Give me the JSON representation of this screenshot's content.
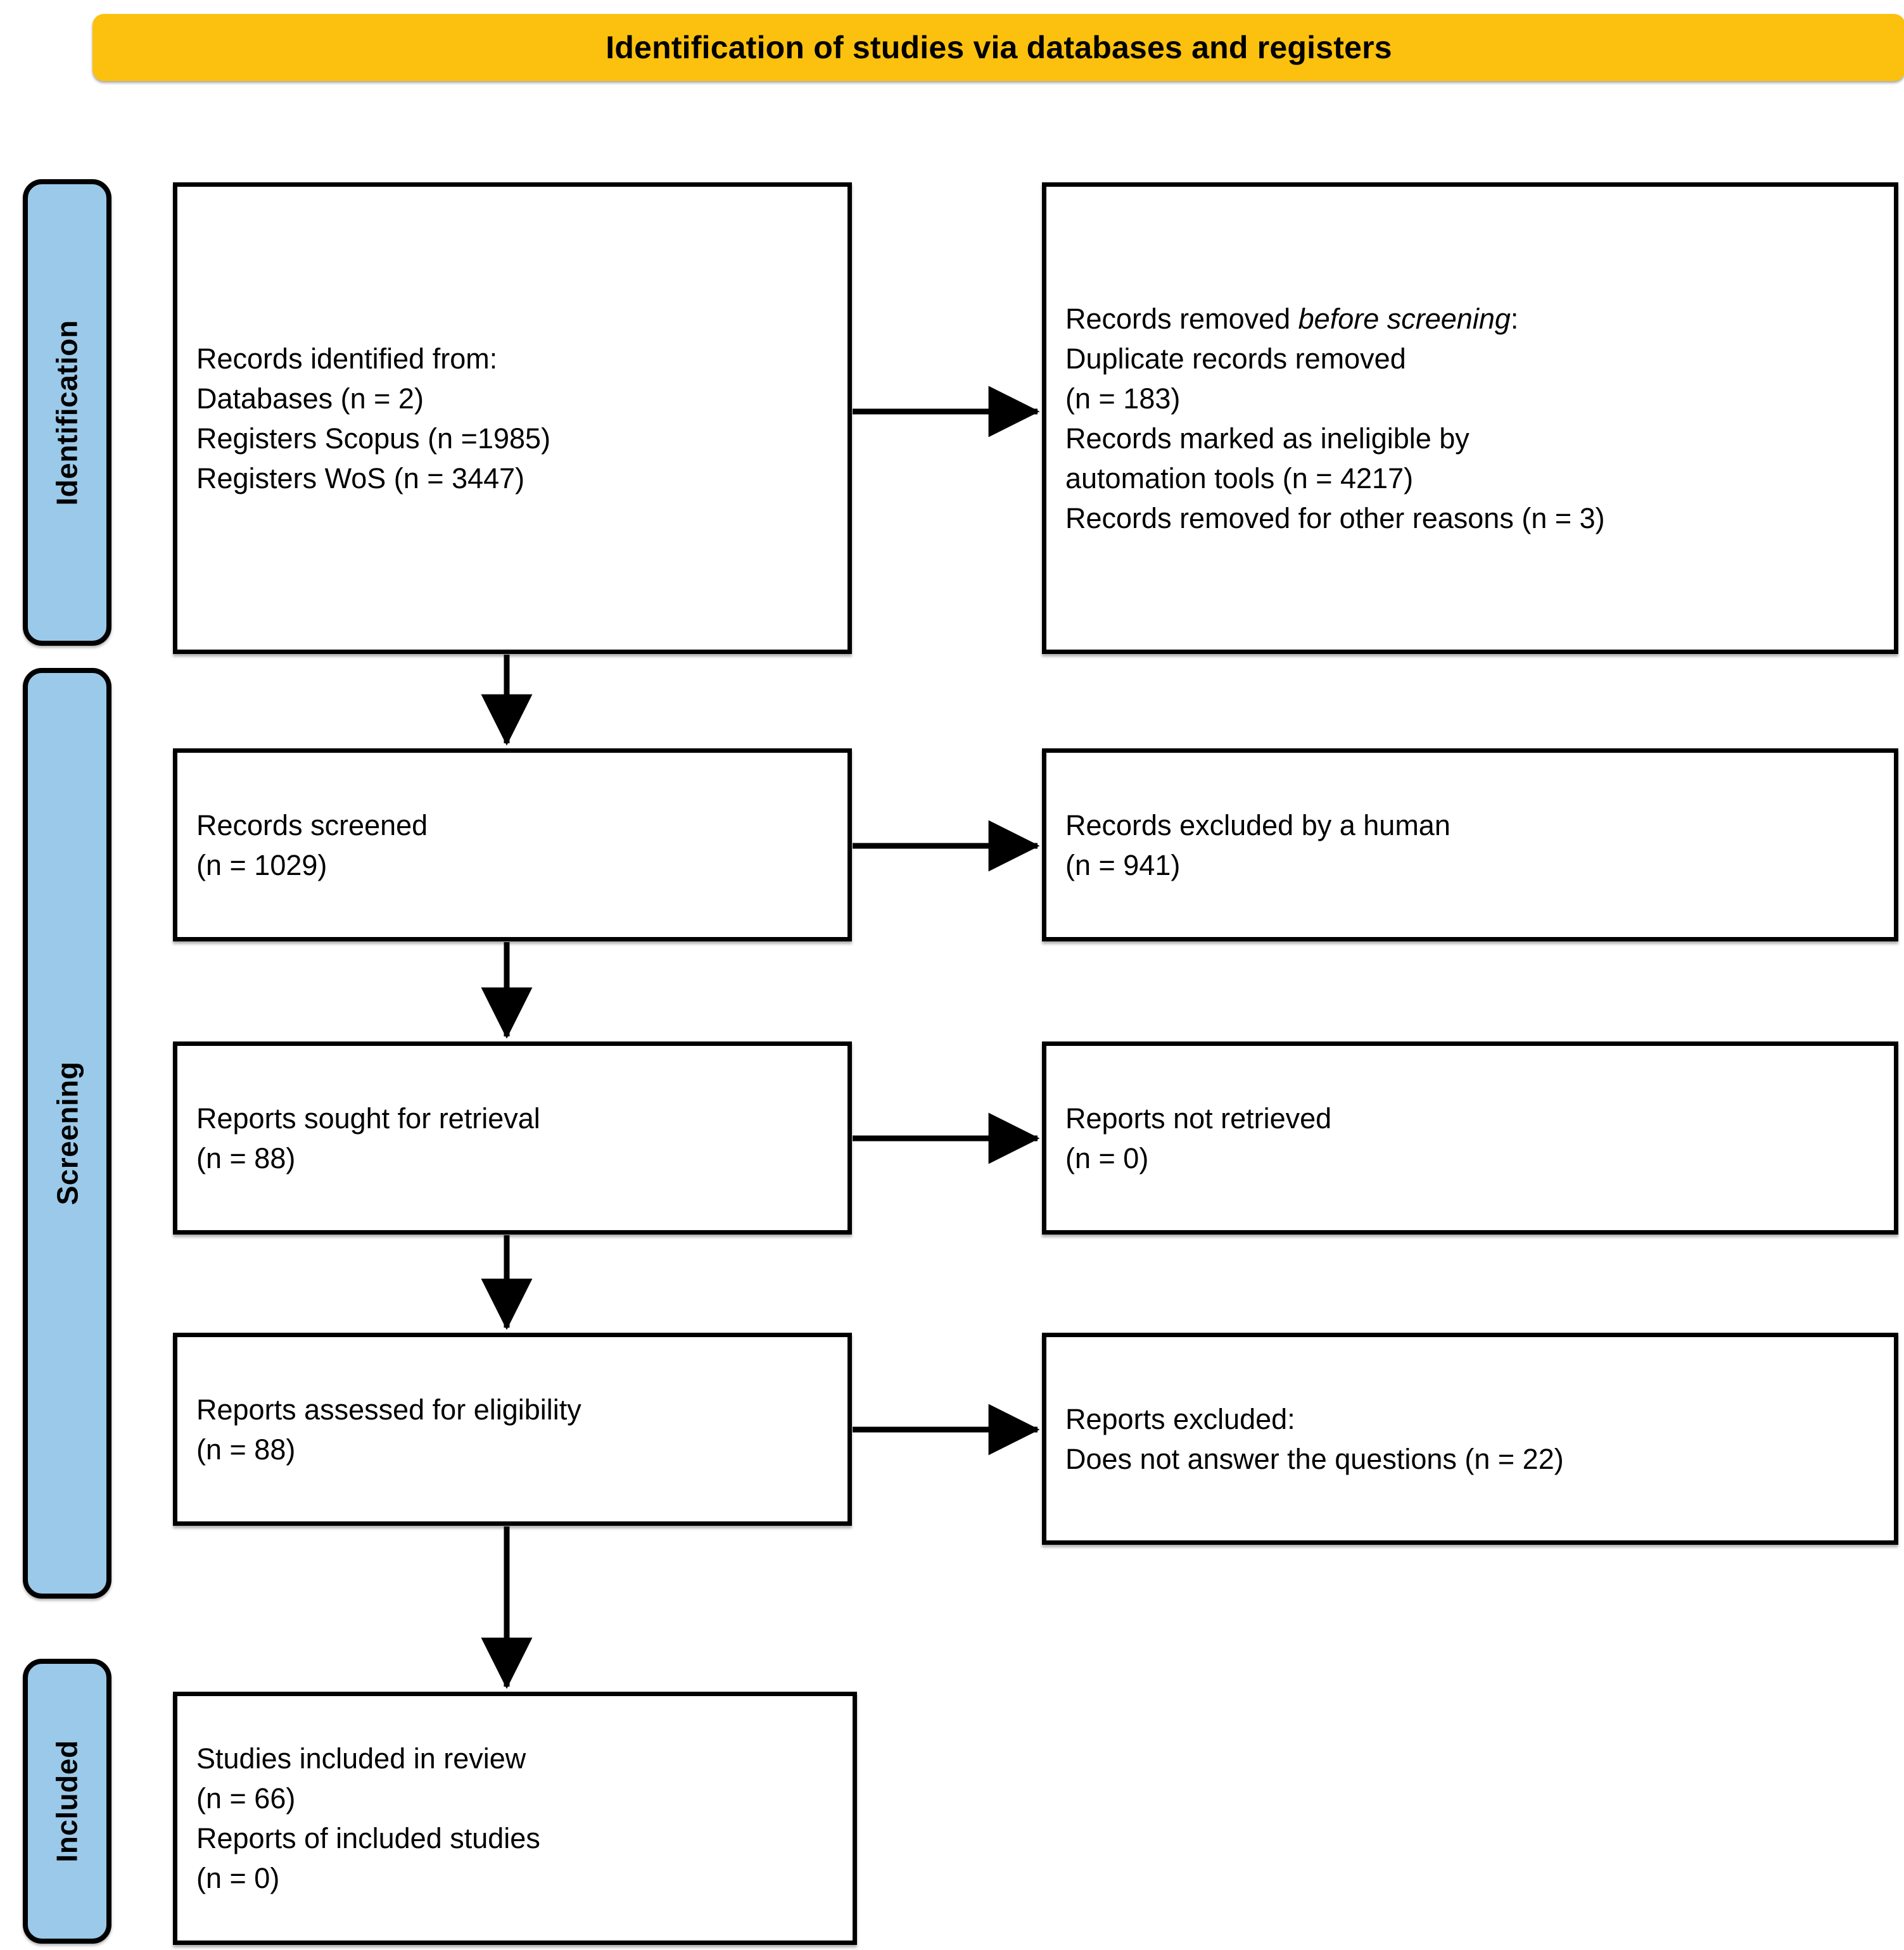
{
  "header": {
    "title": "Identification of studies via databases and registers",
    "background_color": "#FBC10E"
  },
  "stages": {
    "accent_color": "#9BC9E9",
    "items": [
      {
        "id": "identification",
        "label": "Identification"
      },
      {
        "id": "screening",
        "label": "Screening"
      },
      {
        "id": "included",
        "label": "Included"
      }
    ]
  },
  "boxes": {
    "identified": {
      "lines": [
        "Records identified from:",
        "Databases (n = 2)",
        "Registers Scopus (n =1985)",
        "Registers WoS (n = 3447)"
      ]
    },
    "removed_before_screening": {
      "line1_prefix": "Records removed ",
      "line1_italic": "before screening",
      "line1_suffix": ":",
      "lines": [
        "Duplicate records removed",
        "(n = 183)",
        "Records marked as ineligible by",
        "automation tools (n = 4217)",
        "Records removed for other reasons (n = 3)"
      ]
    },
    "records_screened": {
      "lines": [
        "Records screened",
        "(n = 1029)"
      ]
    },
    "records_excluded_human": {
      "lines": [
        "Records excluded by a human",
        "(n = 941)"
      ]
    },
    "reports_sought": {
      "lines": [
        "Reports sought for retrieval",
        "(n = 88)"
      ]
    },
    "reports_not_retrieved": {
      "lines": [
        "Reports not retrieved",
        "(n = 0)"
      ]
    },
    "reports_assessed": {
      "lines": [
        "Reports assessed for eligibility",
        "(n = 88)"
      ]
    },
    "reports_excluded": {
      "lines": [
        "Reports excluded:",
        "Does not answer the questions (n = 22)"
      ]
    },
    "studies_included": {
      "lines": [
        "Studies included in review",
        "(n = 66)",
        "Reports of included studies",
        "(n = 0)"
      ]
    }
  },
  "chart_data": {
    "type": "diagram",
    "title": "Identification of studies via databases and registers",
    "diagram_kind": "PRISMA 2020 flow diagram",
    "stages": [
      "Identification",
      "Screening",
      "Included"
    ],
    "nodes": [
      {
        "id": "identified",
        "stage": "Identification",
        "column": "left",
        "label": "Records identified from: Databases (n = 2); Registers Scopus (n =1985); Registers WoS (n = 3447)"
      },
      {
        "id": "removed",
        "stage": "Identification",
        "column": "right",
        "label": "Records removed before screening: Duplicate records removed (n = 183); Records marked as ineligible by automation tools (n = 4217); Records removed for other reasons (n = 3)"
      },
      {
        "id": "screened",
        "stage": "Screening",
        "column": "left",
        "label": "Records screened (n = 1029)"
      },
      {
        "id": "excluded_human",
        "stage": "Screening",
        "column": "right",
        "label": "Records excluded by a human (n = 941)"
      },
      {
        "id": "sought",
        "stage": "Screening",
        "column": "left",
        "label": "Reports sought for retrieval (n = 88)"
      },
      {
        "id": "not_retrieved",
        "stage": "Screening",
        "column": "right",
        "label": "Reports not retrieved (n = 0)"
      },
      {
        "id": "assessed",
        "stage": "Screening",
        "column": "left",
        "label": "Reports assessed for eligibility (n = 88)"
      },
      {
        "id": "reports_excluded",
        "stage": "Screening",
        "column": "right",
        "label": "Reports excluded: Does not answer the questions (n = 22)"
      },
      {
        "id": "included",
        "stage": "Included",
        "column": "left",
        "label": "Studies included in review (n = 66); Reports of included studies (n = 0)"
      }
    ],
    "edges": [
      {
        "from": "identified",
        "to": "removed",
        "direction": "right"
      },
      {
        "from": "identified",
        "to": "screened",
        "direction": "down"
      },
      {
        "from": "screened",
        "to": "excluded_human",
        "direction": "right"
      },
      {
        "from": "screened",
        "to": "sought",
        "direction": "down"
      },
      {
        "from": "sought",
        "to": "not_retrieved",
        "direction": "right"
      },
      {
        "from": "sought",
        "to": "assessed",
        "direction": "down"
      },
      {
        "from": "assessed",
        "to": "reports_excluded",
        "direction": "right"
      },
      {
        "from": "assessed",
        "to": "included",
        "direction": "down"
      }
    ],
    "counts": {
      "databases": 2,
      "registers_scopus": 1985,
      "registers_wos": 3447,
      "duplicates_removed": 183,
      "ineligible_automation": 4217,
      "removed_other_reasons": 3,
      "records_screened": 1029,
      "records_excluded_human": 941,
      "reports_sought": 88,
      "reports_not_retrieved": 0,
      "reports_assessed": 88,
      "reports_excluded_no_answer": 22,
      "studies_included": 66,
      "reports_of_included_studies": 0
    }
  }
}
